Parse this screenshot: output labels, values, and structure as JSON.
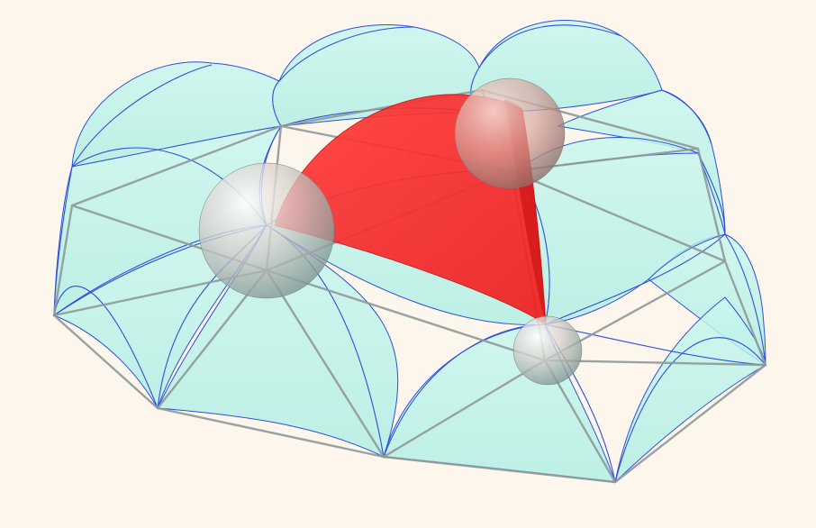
{
  "figure": {
    "background_color": "#fdf6ec",
    "dome_fill": "#b9f3ea",
    "dome_edge": "#2f4fd8",
    "grid_line": "#8f9a99",
    "highlight_face": "#ff2a2a",
    "sphere_color": "#d9d3cf",
    "elements": [
      "triangulated-grid",
      "dome-surfaces",
      "highlighted-face",
      "vertex-spheres"
    ]
  }
}
